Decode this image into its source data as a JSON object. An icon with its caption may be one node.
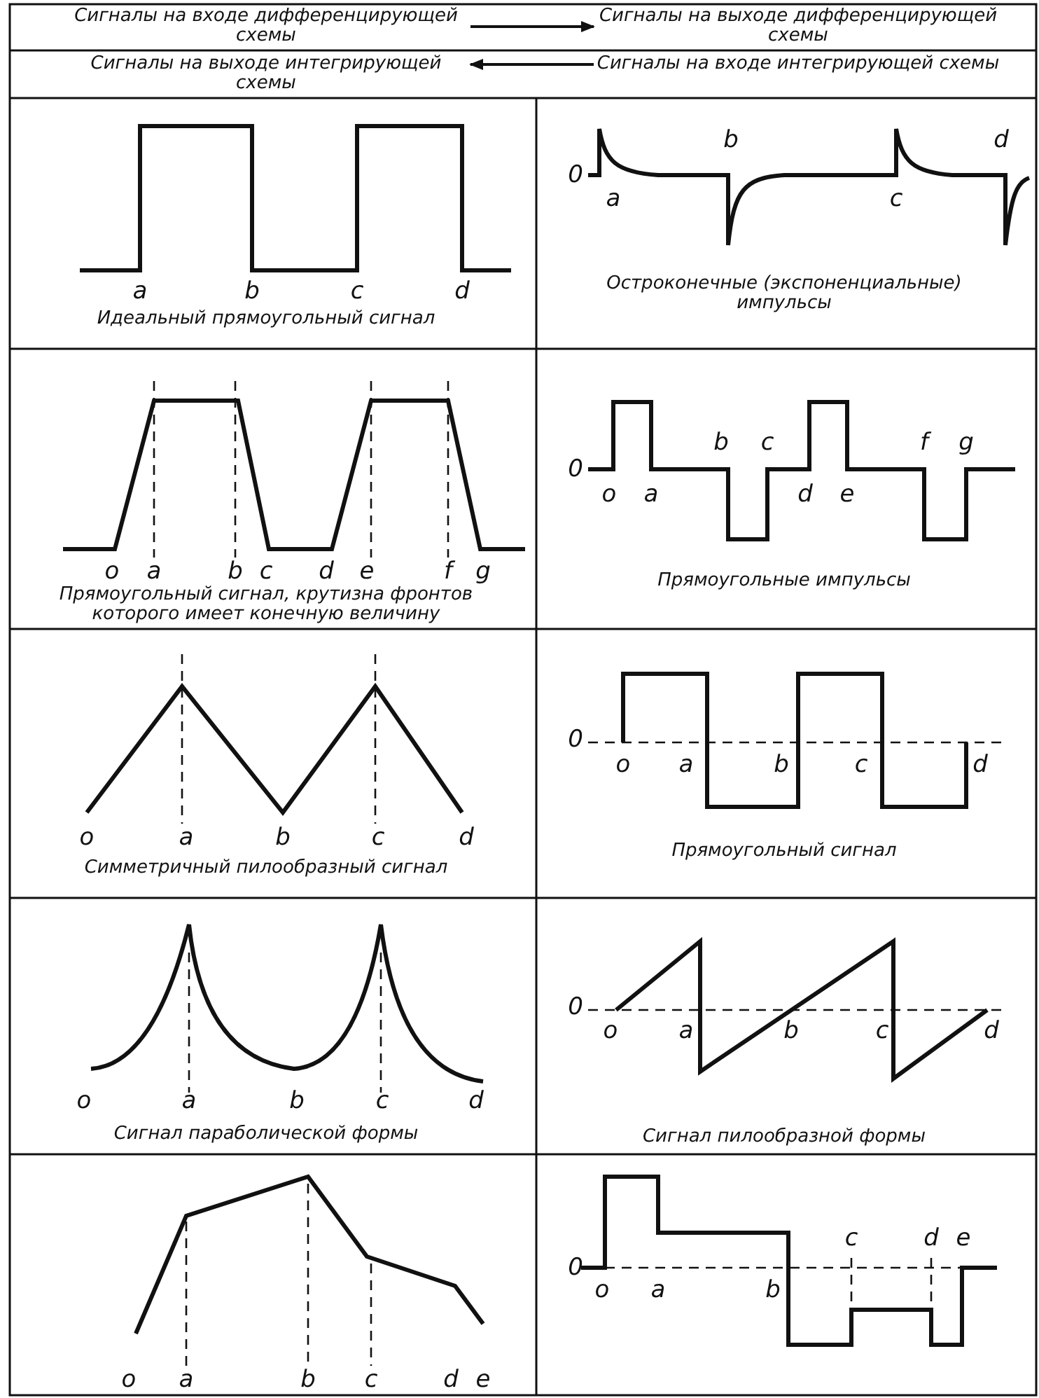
{
  "diagram": {
    "nodes": [
      {
        "text": [
          "Сигналы на входе дифференцирующей схемы"
        ]
      },
      {
        "text": [
          "Сигналы на выходе дифференцирующей схемы"
        ]
      },
      {
        "text": [
          "Сигналы на выходе интегрирующей схемы"
        ]
      },
      {
        "text": [
          "Сигналы на входе интегрирующей схемы"
        ]
      }
    ],
    "edges": [
      {
        "from": 0,
        "to": 1,
        "arrow": "to"
      },
      {
        "from": 3,
        "to": 2,
        "arrow": "to"
      }
    ],
    "labels": [
      "a",
      "b",
      "c",
      "d",
      "Идеальный прямоугольный сигнал",
      "0",
      "b",
      "d",
      "a",
      "c",
      "Остроконечные (экспоненциальные) импульсы",
      "o",
      "a",
      "b",
      "c",
      "d",
      "e",
      "f",
      "g",
      "Прямоугольный сигнал, крутизна фронтов которого имеет конечную величину",
      "0",
      "b",
      "c",
      "f",
      "g",
      "o",
      "a",
      "d",
      "e",
      "Прямоугольные импульсы",
      "o",
      "a",
      "b",
      "c",
      "d",
      "Симметричный пилообразный сигнал",
      "0",
      "o",
      "a",
      "b",
      "c",
      "d",
      "Прямоугольный сигнал",
      "o",
      "a",
      "b",
      "c",
      "d",
      "Сигнал параболической формы",
      "0",
      "o",
      "a",
      "b",
      "c",
      "d",
      "Сигнал пилообразной формы",
      "o",
      "a",
      "b",
      "c",
      "d",
      "e",
      "c",
      "d",
      "e",
      "0",
      "o",
      "a",
      "b"
    ]
  }
}
